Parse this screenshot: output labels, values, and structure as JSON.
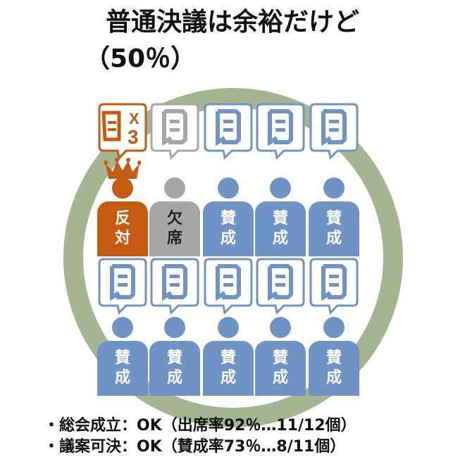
{
  "title_line1": "普通決議は余裕だけど",
  "title_line2": "（50％）",
  "multiplier_label": "X3",
  "colors": {
    "yes": "#6f93c5",
    "no": "#c55a11",
    "absent": "#a6a6a6",
    "ring": "#a5b592"
  },
  "row1": [
    {
      "status": "no",
      "label1": "反",
      "label2": "対"
    },
    {
      "status": "absent",
      "label1": "欠",
      "label2": "席"
    },
    {
      "status": "yes",
      "label1": "賛",
      "label2": "成"
    },
    {
      "status": "yes",
      "label1": "賛",
      "label2": "成"
    },
    {
      "status": "yes",
      "label1": "賛",
      "label2": "成"
    }
  ],
  "row2": [
    {
      "status": "yes",
      "label1": "賛",
      "label2": "成"
    },
    {
      "status": "yes",
      "label1": "賛",
      "label2": "成"
    },
    {
      "status": "yes",
      "label1": "賛",
      "label2": "成"
    },
    {
      "status": "yes",
      "label1": "賛",
      "label2": "成"
    },
    {
      "status": "yes",
      "label1": "賛",
      "label2": "成"
    }
  ],
  "bullets": [
    "・総会成立：OK（出席率92％…11/12個）",
    "・議案可決：OK（賛成率73％…8/11個）"
  ]
}
